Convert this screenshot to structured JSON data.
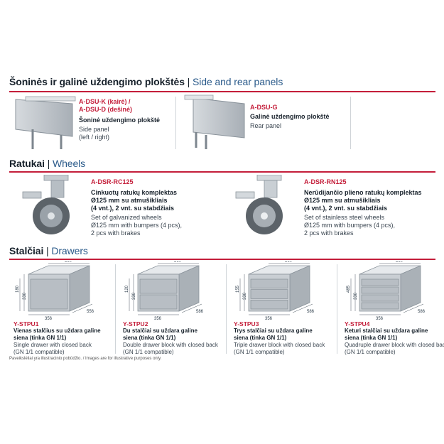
{
  "sections": {
    "panels": {
      "title_lt": "Šoninės ir galinė uždengimo plokštės",
      "sep": " | ",
      "title_en": "Side and rear panels"
    },
    "wheels": {
      "title_lt": "Ratukai",
      "sep": " | ",
      "title_en": "Wheels"
    },
    "drawers": {
      "title_lt": "Stalčiai",
      "sep": " | ",
      "title_en": "Drawers"
    }
  },
  "panels": [
    {
      "code1": "A-DSU-K (kairė) /",
      "code2": "A-DSU-D (dešinė)",
      "lt": "Šoninė uždengimo plokštė",
      "en1": "Side panel",
      "en2": "(left / right)"
    },
    {
      "code1": "A-DSU-G",
      "lt": "Galinė uždengimo plokštė",
      "en1": "Rear panel"
    }
  ],
  "wheels": [
    {
      "code": "A-DSR-RC125",
      "lt1": "Cinkuotų ratukų komplektas",
      "lt2": "Ø125 mm su atmušikliais",
      "lt3": "(4 vnt.), 2 vnt. su stabdžiais",
      "en1": "Set of galvanized wheels",
      "en2": "Ø125 mm with bumpers (4 pcs),",
      "en3": "2 pcs with brakes"
    },
    {
      "code": "A-DSR-RN125",
      "lt1": "Nerūdijančio plieno ratukų komplektas",
      "lt2": "Ø125 mm su atmušikliais",
      "lt3": "(4 vnt.), 2 vnt. su stabdžiais",
      "en1": "Set of stainless steel wheels",
      "en2": "Ø125 mm with bumpers (4 pcs),",
      "en3": "2 pcs with brakes"
    }
  ],
  "drawers": [
    {
      "code": "Y-STPU1",
      "lt1": "Vienas stalčius su uždara galine",
      "lt2": "siena (tinka GN 1/1)",
      "en1": "Single drawer with closed back",
      "en2": "(GN 1/1 compatible)",
      "dims": {
        "top": "360",
        "h1": "180",
        "h2": "330",
        "w": "356",
        "d": "556"
      }
    },
    {
      "code": "Y-STPU2",
      "lt1": "Du stalčiai su uždara galine",
      "lt2": "siena (tinka GN 1/1)",
      "en1": "Double drawer block with closed back",
      "en2": "(GN 1/1 compatible)",
      "dims": {
        "top": "360",
        "h1": "120",
        "h2": "330",
        "w": "356",
        "d": "586"
      }
    },
    {
      "code": "Y-STPU3",
      "lt1": "Trys stalčiai su uždara galine",
      "lt2": "siena (tinka GN 1/1)",
      "en1": "Triple drawer block with closed back",
      "en2": "(GN 1/1 compatible)",
      "dims": {
        "top": "360",
        "h1": "155",
        "h2": "330",
        "w": "356",
        "d": "586"
      }
    },
    {
      "code": "Y-STPU4",
      "lt1": "Keturi stalčiai su uždara galine",
      "lt2": "siena (tinka GN 1/1)",
      "en1": "Quadruple drawer block with closed back",
      "en2": "(GN 1/1 compatible)",
      "dims": {
        "top": "360",
        "h1": "485",
        "h2": "330",
        "w": "356",
        "d": "586"
      }
    }
  ],
  "footer": "Paveikslėliai yra iliustracinio pobūdžio. / Images are for illustrative purposes only.",
  "colors": {
    "accent": "#c41e3a",
    "title_en": "#2a5a8a",
    "steel": "#b9c0c6"
  }
}
